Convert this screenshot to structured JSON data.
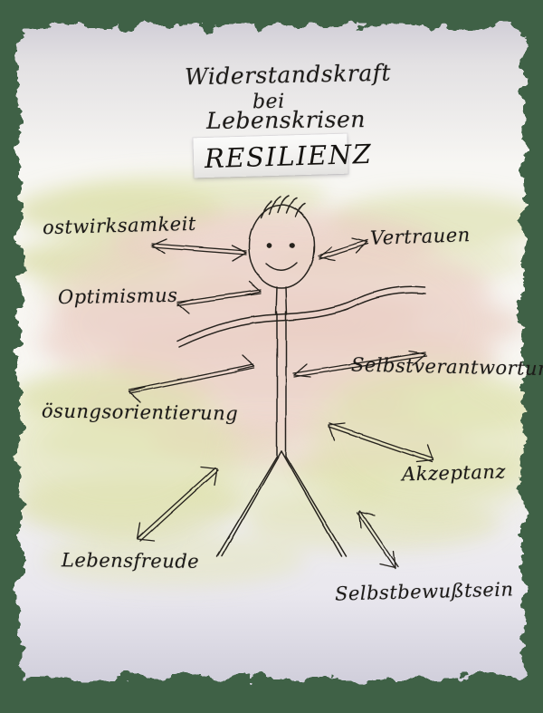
{
  "poster": {
    "title_line1": "Widerstandskraft",
    "title_line2": "bei",
    "title_line3": "Lebenskrisen",
    "headline_label": "RESILIENZ",
    "center_figure": "stick-figure-person",
    "background_color": "#3f6146",
    "paper_color": "#f6f5f3",
    "ink_color": "#1c1a18",
    "wash_green": "#dfe0b4",
    "wash_pink": "#e9cfc6"
  },
  "nodes": [
    {
      "id": "selbstwirksamkeit",
      "label": "ostwirksamkeit",
      "position": "top-left",
      "arrow": "double"
    },
    {
      "id": "vertrauen",
      "label": "Vertrauen",
      "position": "top-right",
      "arrow": "double"
    },
    {
      "id": "optimismus",
      "label": "Optimismus",
      "position": "upper-left",
      "arrow": "double"
    },
    {
      "id": "selbstverantwortung",
      "label": "Selbstverantwortung",
      "position": "right",
      "arrow": "double"
    },
    {
      "id": "loesungsorientierung",
      "label": "ösungsorientierung",
      "position": "left",
      "arrow": "double"
    },
    {
      "id": "akzeptanz",
      "label": "Akzeptanz",
      "position": "lower-right",
      "arrow": "double"
    },
    {
      "id": "lebensfreude",
      "label": "Lebensfreude",
      "position": "bottom-left",
      "arrow": "double"
    },
    {
      "id": "selbstbewusstsein",
      "label": "Selbstbewußtsein",
      "position": "bottom-right",
      "arrow": "double"
    }
  ]
}
